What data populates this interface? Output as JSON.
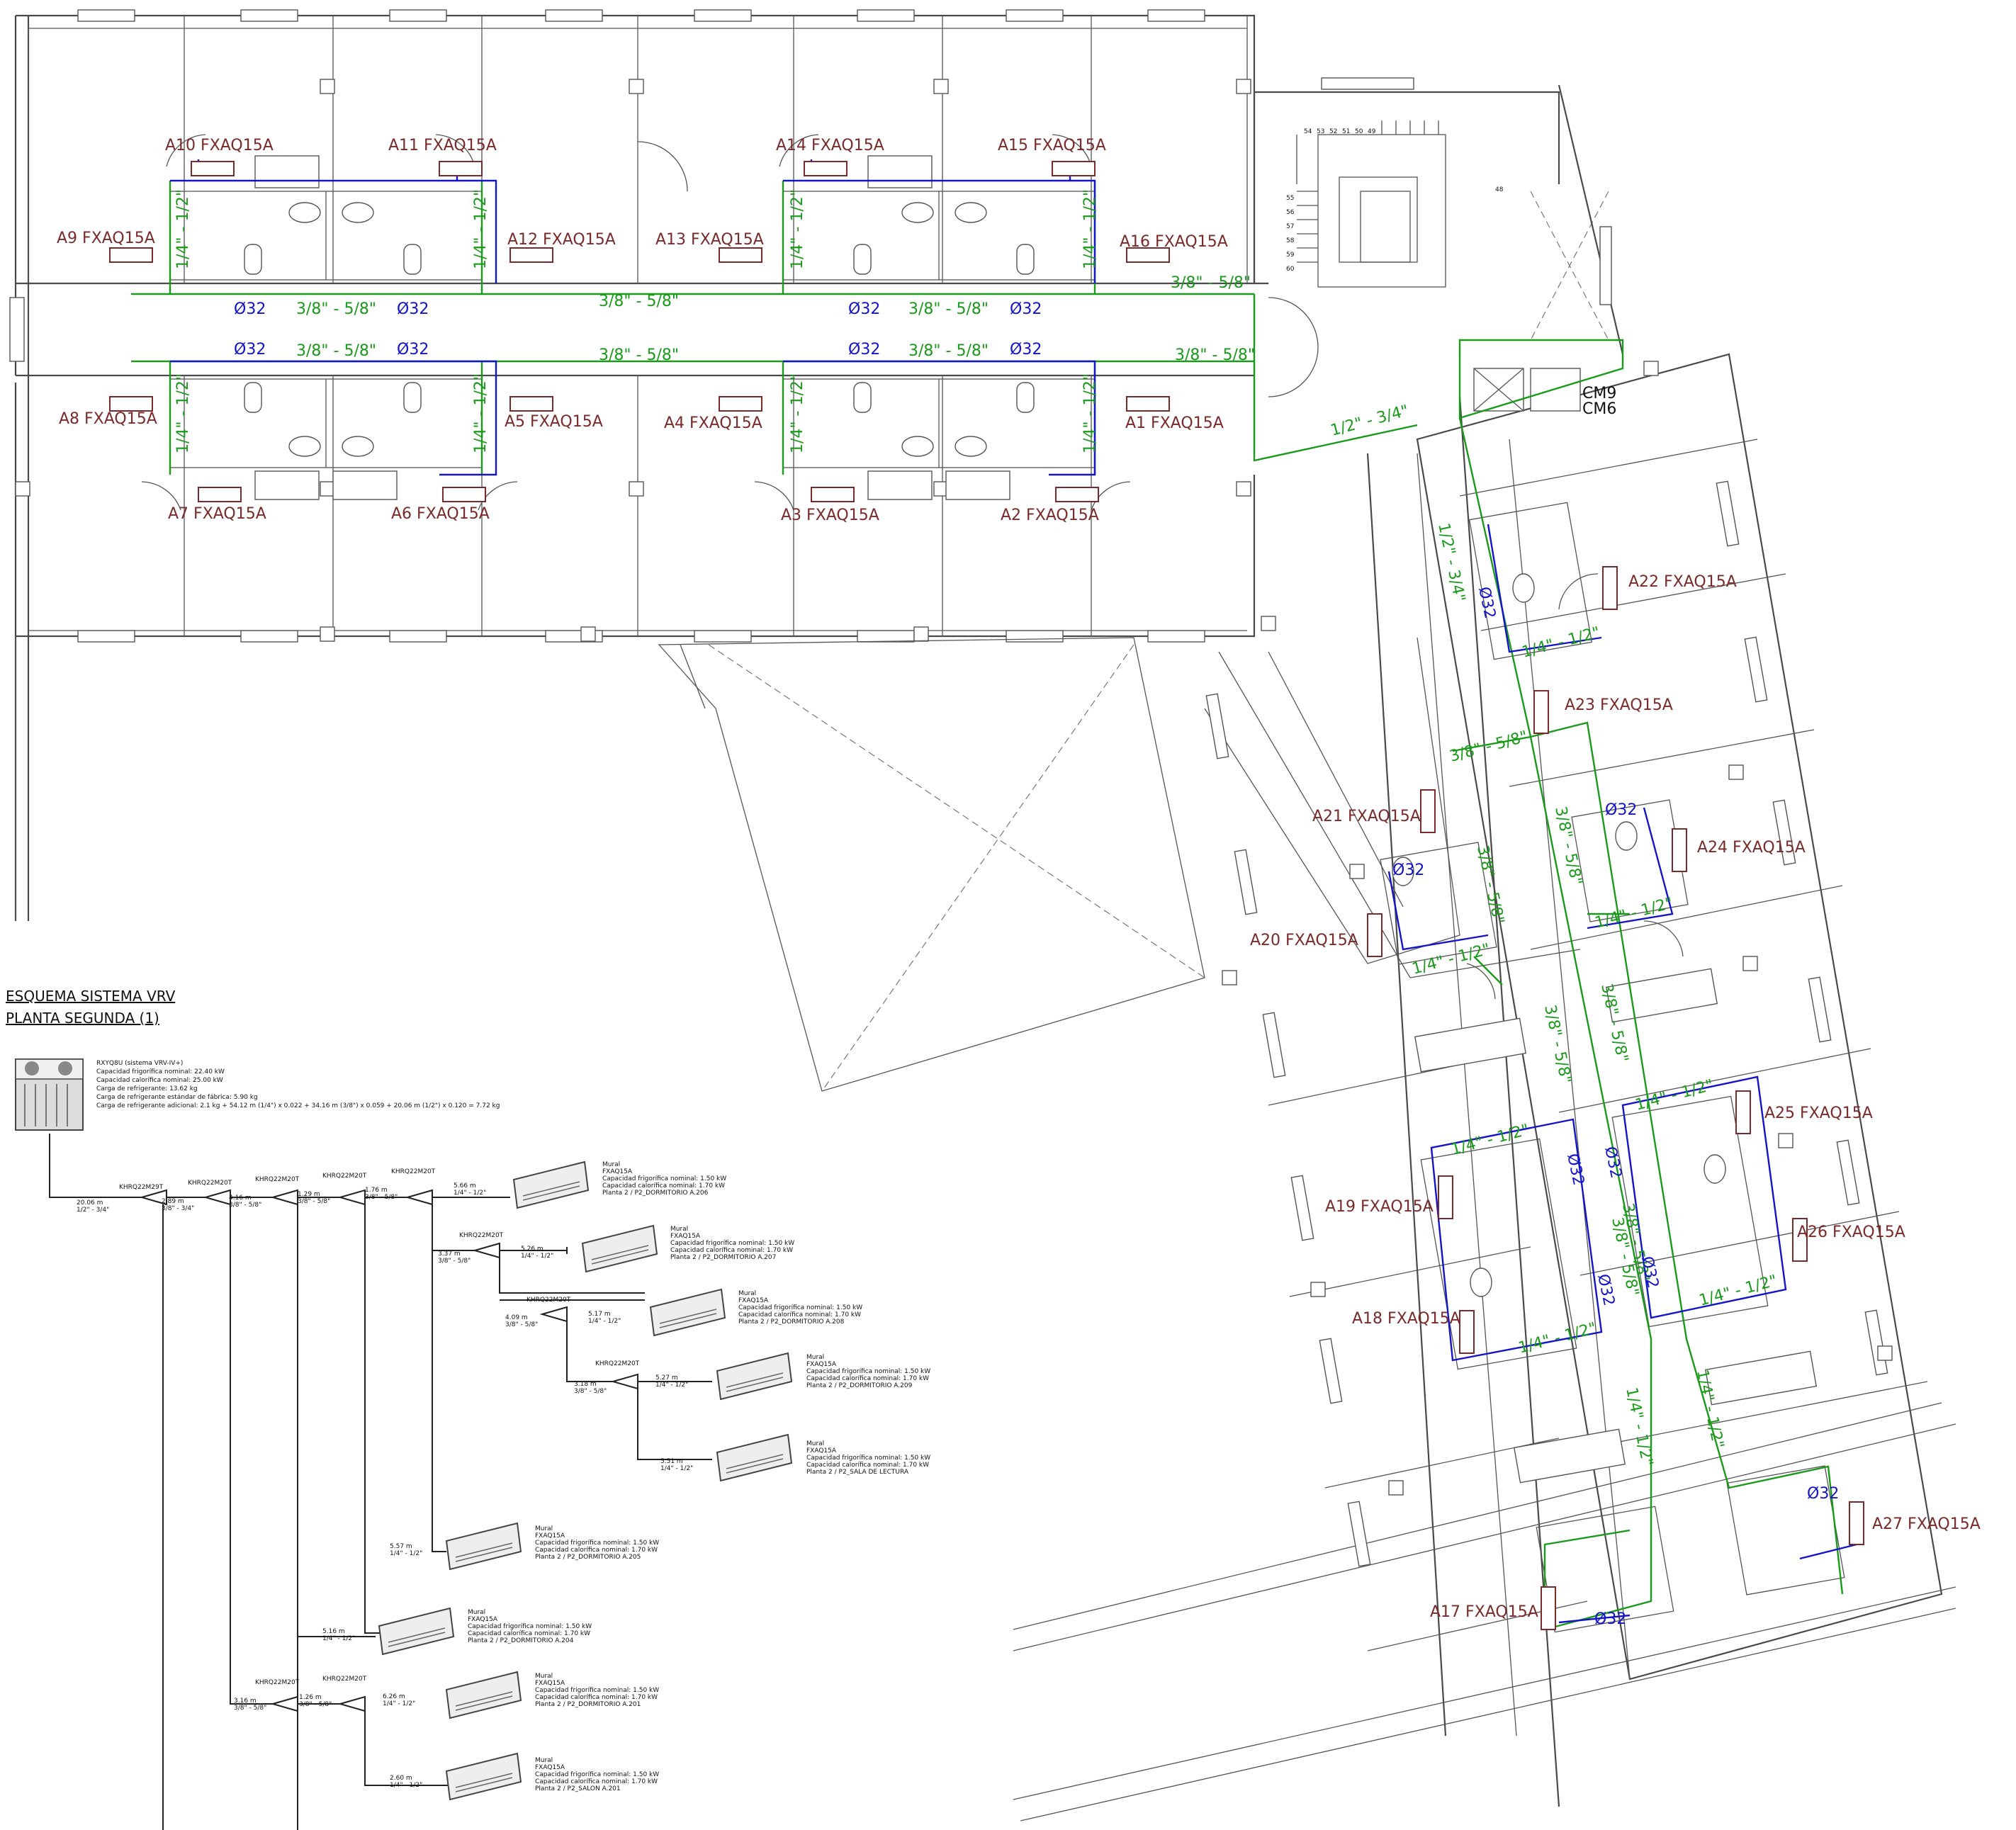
{
  "units_row_top": [
    "A10  FXAQ15A",
    "A11  FXAQ15A",
    "A14  FXAQ15A",
    "A15  FXAQ15A",
    "A9  FXAQ15A",
    "A12  FXAQ15A",
    "A13  FXAQ15A",
    "A16  FXAQ15A"
  ],
  "units_row_bottom": [
    "A8  FXAQ15A",
    "A5  FXAQ15A",
    "A4  FXAQ15A",
    "A1  FXAQ15A",
    "A7  FXAQ15A",
    "A6  FXAQ15A",
    "A3  FXAQ15A",
    "A2  FXAQ15A"
  ],
  "units_wing": [
    "A22  FXAQ15A",
    "A23  FXAQ15A",
    "A21  FXAQ15A",
    "A24  FXAQ15A",
    "A20  FXAQ15A",
    "A25  FXAQ15A",
    "A19  FXAQ15A",
    "A26  FXAQ15A",
    "A18  FXAQ15A",
    "A27  FXAQ15A",
    "A17  FXAQ15A"
  ],
  "pipe_labels": {
    "main": "3/8\" - 5/8\"",
    "riser": "1/2\" - 3/4\"",
    "branch": "1/4\" - 1/2\"",
    "drain": "Ø32"
  },
  "stair_numbers": [
    "54",
    "53",
    "52",
    "51",
    "50",
    "49",
    "48",
    "55",
    "56",
    "57",
    "58",
    "59",
    "60"
  ],
  "cm_labels": [
    "CM9",
    "CM6"
  ],
  "schema": {
    "title": "ESQUEMA SISTEMA VRV",
    "subtitle": "PLANTA SEGUNDA (1)",
    "outdoor": {
      "model": "RXYQ8U (sistema VRV-IV+)",
      "lines": [
        "Capacidad frigorífica nominal: 22.40 kW",
        "Capacidad calorífica nominal: 25.00 kW",
        "Carga de refrigerante: 13.62 kg",
        "Carga de refrigerante estándar de fábrica: 5.90 kg",
        "Carga de refrigerante adicional: 2.1 kg + 54.12 m (1/4\") x 0.022 + 34.16 m (3/8\") x 0.059 + 20.06 m (1/2\") x 0.120 = 7.72 kg"
      ]
    },
    "joints": [
      "KHRQ22M29T",
      "KHRQ22M20T",
      "KHRQ22M20T",
      "KHRQ22M20T",
      "KHRQ22M20T",
      "KHRQ22M20T",
      "KHRQ22M20T",
      "KHRQ22M20T",
      "KHRQ22M20T",
      "KHRQ22M20T"
    ],
    "segments": [
      {
        "len": "20.06 m",
        "dia": "1/2\" - 3/4\""
      },
      {
        "len": "2.89 m",
        "dia": "3/8\" - 3/4\""
      },
      {
        "len": "4.16 m",
        "dia": "3/8\" - 5/8\""
      },
      {
        "len": "1.29 m",
        "dia": "3/8\" - 5/8\""
      },
      {
        "len": "1.76 m",
        "dia": "3/8\" - 5/8\""
      },
      {
        "len": "3.37 m",
        "dia": "3/8\" - 5/8\""
      },
      {
        "len": "4.09 m",
        "dia": "3/8\" - 5/8\""
      },
      {
        "len": "3.18 m",
        "dia": "3/8\" - 5/8\""
      },
      {
        "len": "3.16 m",
        "dia": "3/8\" - 5/8\""
      },
      {
        "len": "1.26 m",
        "dia": "3/8\" - 5/8\""
      }
    ],
    "indoor": [
      {
        "len": "5.66 m",
        "dia": "1/4\" - 1/2\"",
        "room": "Planta 2 / P2_DORMITORIO A.206"
      },
      {
        "len": "5.26 m",
        "dia": "1/4\" - 1/2\"",
        "room": "Planta 2 / P2_DORMITORIO A.207"
      },
      {
        "len": "5.17 m",
        "dia": "1/4\" - 1/2\"",
        "room": "Planta 2 / P2_DORMITORIO A.208"
      },
      {
        "len": "5.27 m",
        "dia": "1/4\" - 1/2\"",
        "room": "Planta 2 / P2_DORMITORIO A.209"
      },
      {
        "len": "5.51 m",
        "dia": "1/4\" - 1/2\"",
        "room": "Planta 2 / P2_SALA DE LECTURA"
      },
      {
        "len": "5.57 m",
        "dia": "1/4\" - 1/2\"",
        "room": "Planta 2 / P2_DORMITORIO A.205"
      },
      {
        "len": "5.16 m",
        "dia": "1/4\" - 1/2\"",
        "room": "Planta 2 / P2_DORMITORIO A.204"
      },
      {
        "len": "6.26 m",
        "dia": "1/4\" - 1/2\"",
        "room": "Planta 2 / P2_DORMITORIO A.201"
      },
      {
        "len": "2.60 m",
        "dia": "1/4\" - 1/2\"",
        "room": "Planta 2 / P2_SALON A.201"
      }
    ],
    "indoor_type": "Mural",
    "indoor_model": "FXAQ15A",
    "indoor_cool": "Capacidad frigorífica nominal: 1.50 kW",
    "indoor_heat": "Capacidad calorífica nominal: 1.70 kW"
  }
}
